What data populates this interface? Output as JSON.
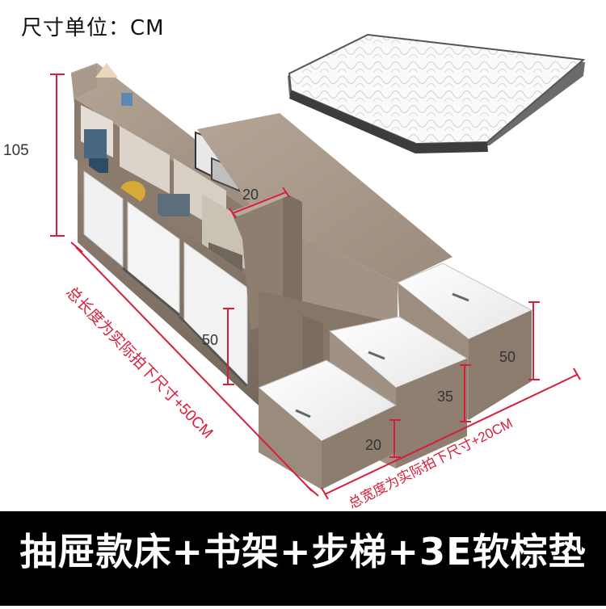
{
  "unit_label": "尺寸单位：CM",
  "dimensions": {
    "height_total": "105",
    "shelf_depth": "20",
    "storage_height": "50",
    "step_top": "50",
    "step_middle": "35",
    "step_bottom": "20",
    "total_length_note": "总长度为实际拍下尺寸+50CM",
    "total_width_note": "总宽度为实际拍下尺寸+20CM"
  },
  "banner": {
    "title": "抽屉款床+书架+步梯+3E软棕垫"
  },
  "colors": {
    "dimension_line": "#d81d3a",
    "wood": "#9a8a7b",
    "white_panel": "#f2f2f2",
    "banner_bg": "#000000"
  }
}
